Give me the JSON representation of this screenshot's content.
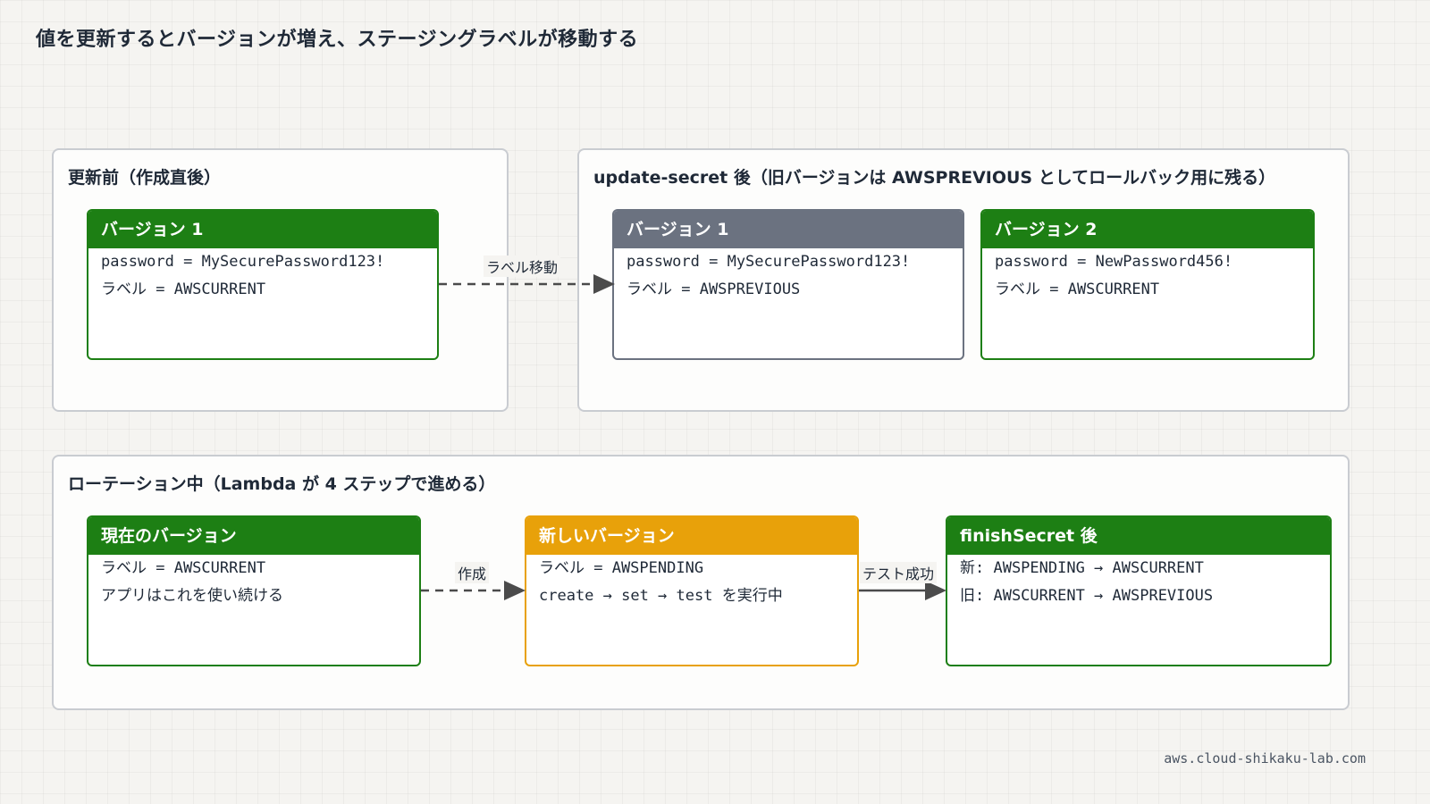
{
  "title": "値を更新するとバージョンが増え、ステージングラベルが移動する",
  "panels": {
    "before": {
      "title": "更新前（作成直後）",
      "card": {
        "header": "バージョン 1",
        "lines": [
          "password = MySecurePassword123!",
          "ラベル = AWSCURRENT"
        ]
      }
    },
    "after": {
      "title": "update-secret 後（旧バージョンは AWSPREVIOUS としてロールバック用に残る）",
      "card_v1": {
        "header": "バージョン 1",
        "lines": [
          "password = MySecurePassword123!",
          "ラベル = AWSPREVIOUS"
        ]
      },
      "card_v2": {
        "header": "バージョン 2",
        "lines": [
          "password = NewPassword456!",
          "ラベル = AWSCURRENT"
        ]
      }
    },
    "rotation": {
      "title": "ローテーション中（Lambda が 4 ステップで進める）",
      "card_current": {
        "header": "現在のバージョン",
        "lines": [
          "ラベル = AWSCURRENT",
          "アプリはこれを使い続ける"
        ]
      },
      "card_new": {
        "header": "新しいバージョン",
        "lines": [
          "ラベル = AWSPENDING",
          "create → set → test を実行中"
        ]
      },
      "card_finish": {
        "header": "finishSecret 後",
        "lines": [
          "新: AWSPENDING → AWSCURRENT",
          "旧: AWSCURRENT → AWSPREVIOUS"
        ]
      }
    }
  },
  "arrows": {
    "label_move": "ラベル移動",
    "create": "作成",
    "test_success": "テスト成功"
  },
  "footer": "aws.cloud-shikaku-lab.com",
  "colors": {
    "green": "#1d7f14",
    "gray": "#6b7280",
    "orange": "#e8a10a",
    "background": "#f5f4f1"
  }
}
